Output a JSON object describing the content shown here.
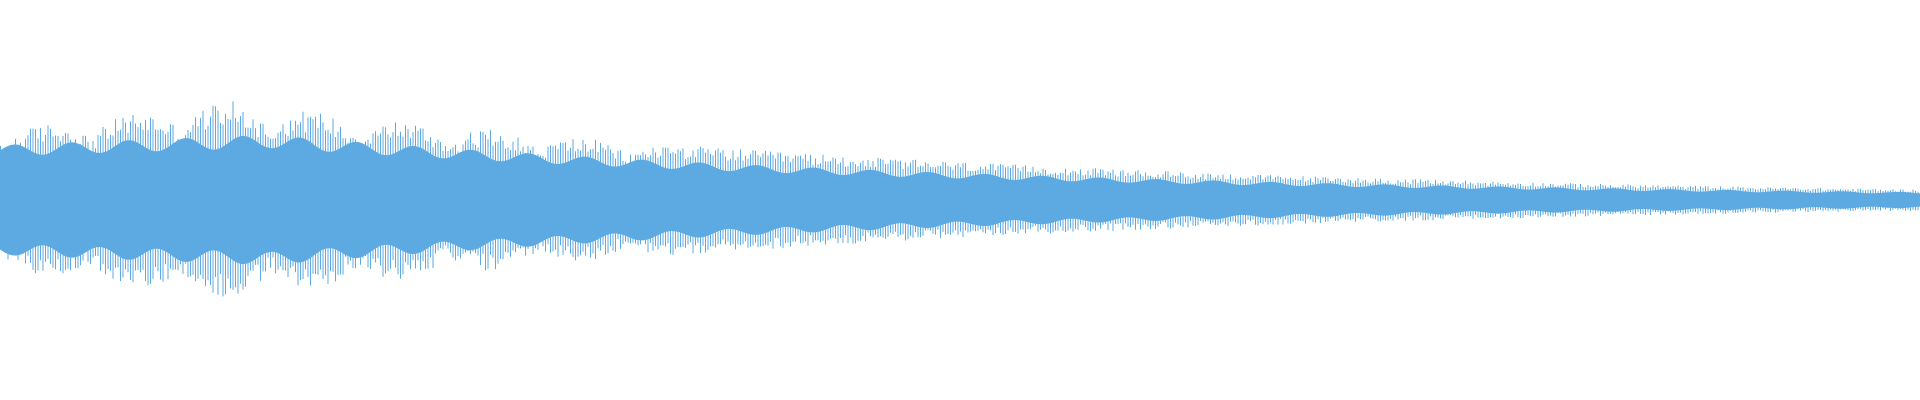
{
  "waveform": {
    "color": "#5DA9E1",
    "background": "#FFFFFF",
    "shape": "decaying-audio-envelope",
    "amplitude_profile": {
      "peak_fraction": 1.0,
      "end_fraction": 0.06
    }
  }
}
